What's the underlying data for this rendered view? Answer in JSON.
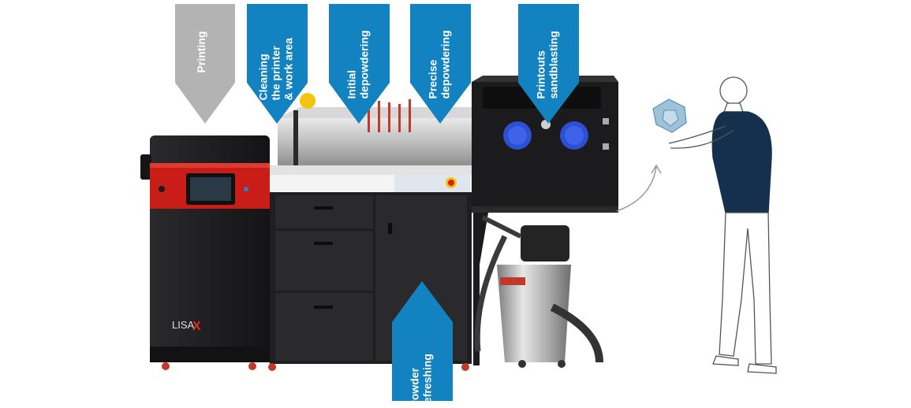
{
  "callouts": {
    "printing": {
      "label": "Printing",
      "color": "#b3b3b3"
    },
    "cleaning": {
      "lines": [
        "Cleaning",
        "the printer",
        "& work area"
      ],
      "color": "#1282c0"
    },
    "initial": {
      "lines": [
        "Initial",
        "depowdering"
      ],
      "color": "#1282c0"
    },
    "precise": {
      "lines": [
        "Precise",
        "depowdering"
      ],
      "color": "#1282c0"
    },
    "sandblasting": {
      "lines": [
        "Printouts",
        "sandblasting"
      ],
      "color": "#1282c0"
    },
    "powder": {
      "lines": [
        "Powder",
        "refreshing"
      ],
      "color": "#1282c0"
    }
  },
  "printer": {
    "brand": "LISA",
    "brand_mark": "X"
  },
  "colors": {
    "accent_blue": "#1282c0",
    "printer_red": "#d3201a",
    "machine_black": "#1d1d1f"
  }
}
